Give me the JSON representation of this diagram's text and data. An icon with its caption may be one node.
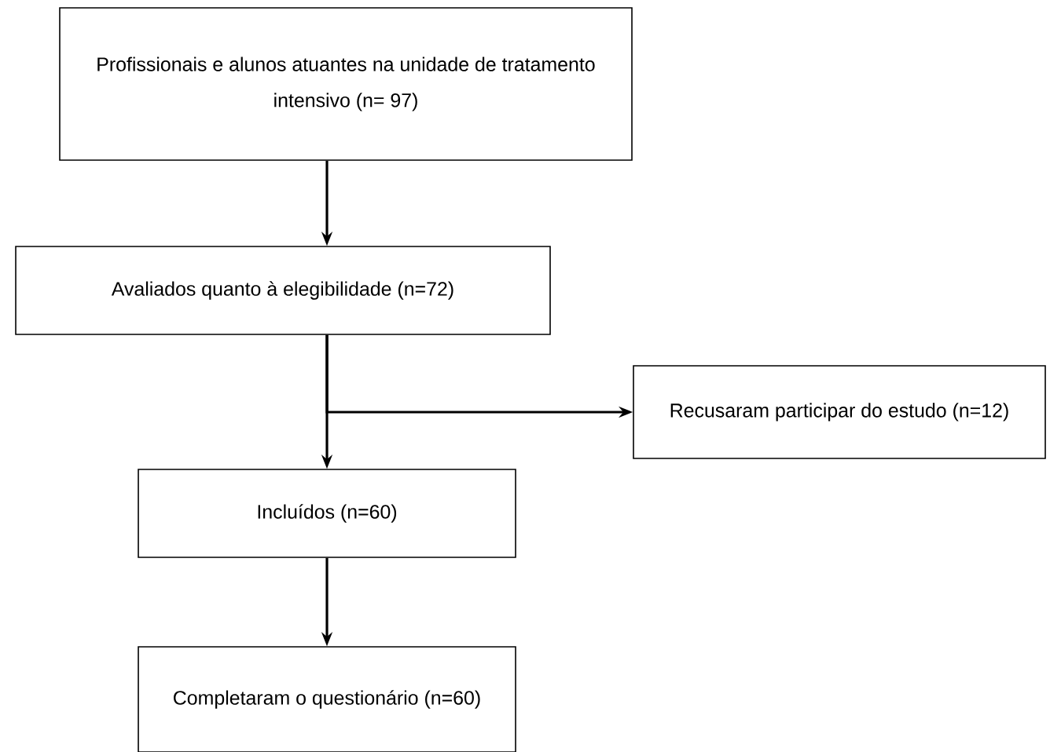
{
  "diagram": {
    "nodes": [
      {
        "text": [
          "Profissionais e alunos atuantes na unidade de tratamento intensivo (n= 97)"
        ]
      },
      {
        "text": [
          "Avaliados quanto à elegibilidade (n=72)"
        ]
      },
      {
        "text": [
          "Recusaram participar do estudo (n=12)"
        ]
      },
      {
        "text": [
          "Incluídos (n=60)"
        ]
      },
      {
        "text": [
          "Completaram o questionário (n=60)"
        ]
      }
    ],
    "edges": [
      {
        "from": 0,
        "to": 1,
        "arrow": "to"
      },
      {
        "from": 1,
        "to": 2,
        "arrow": "to"
      },
      {
        "from": 1,
        "to": 3,
        "arrow": "to"
      },
      {
        "from": 3,
        "to": 4,
        "arrow": "to"
      }
    ]
  }
}
